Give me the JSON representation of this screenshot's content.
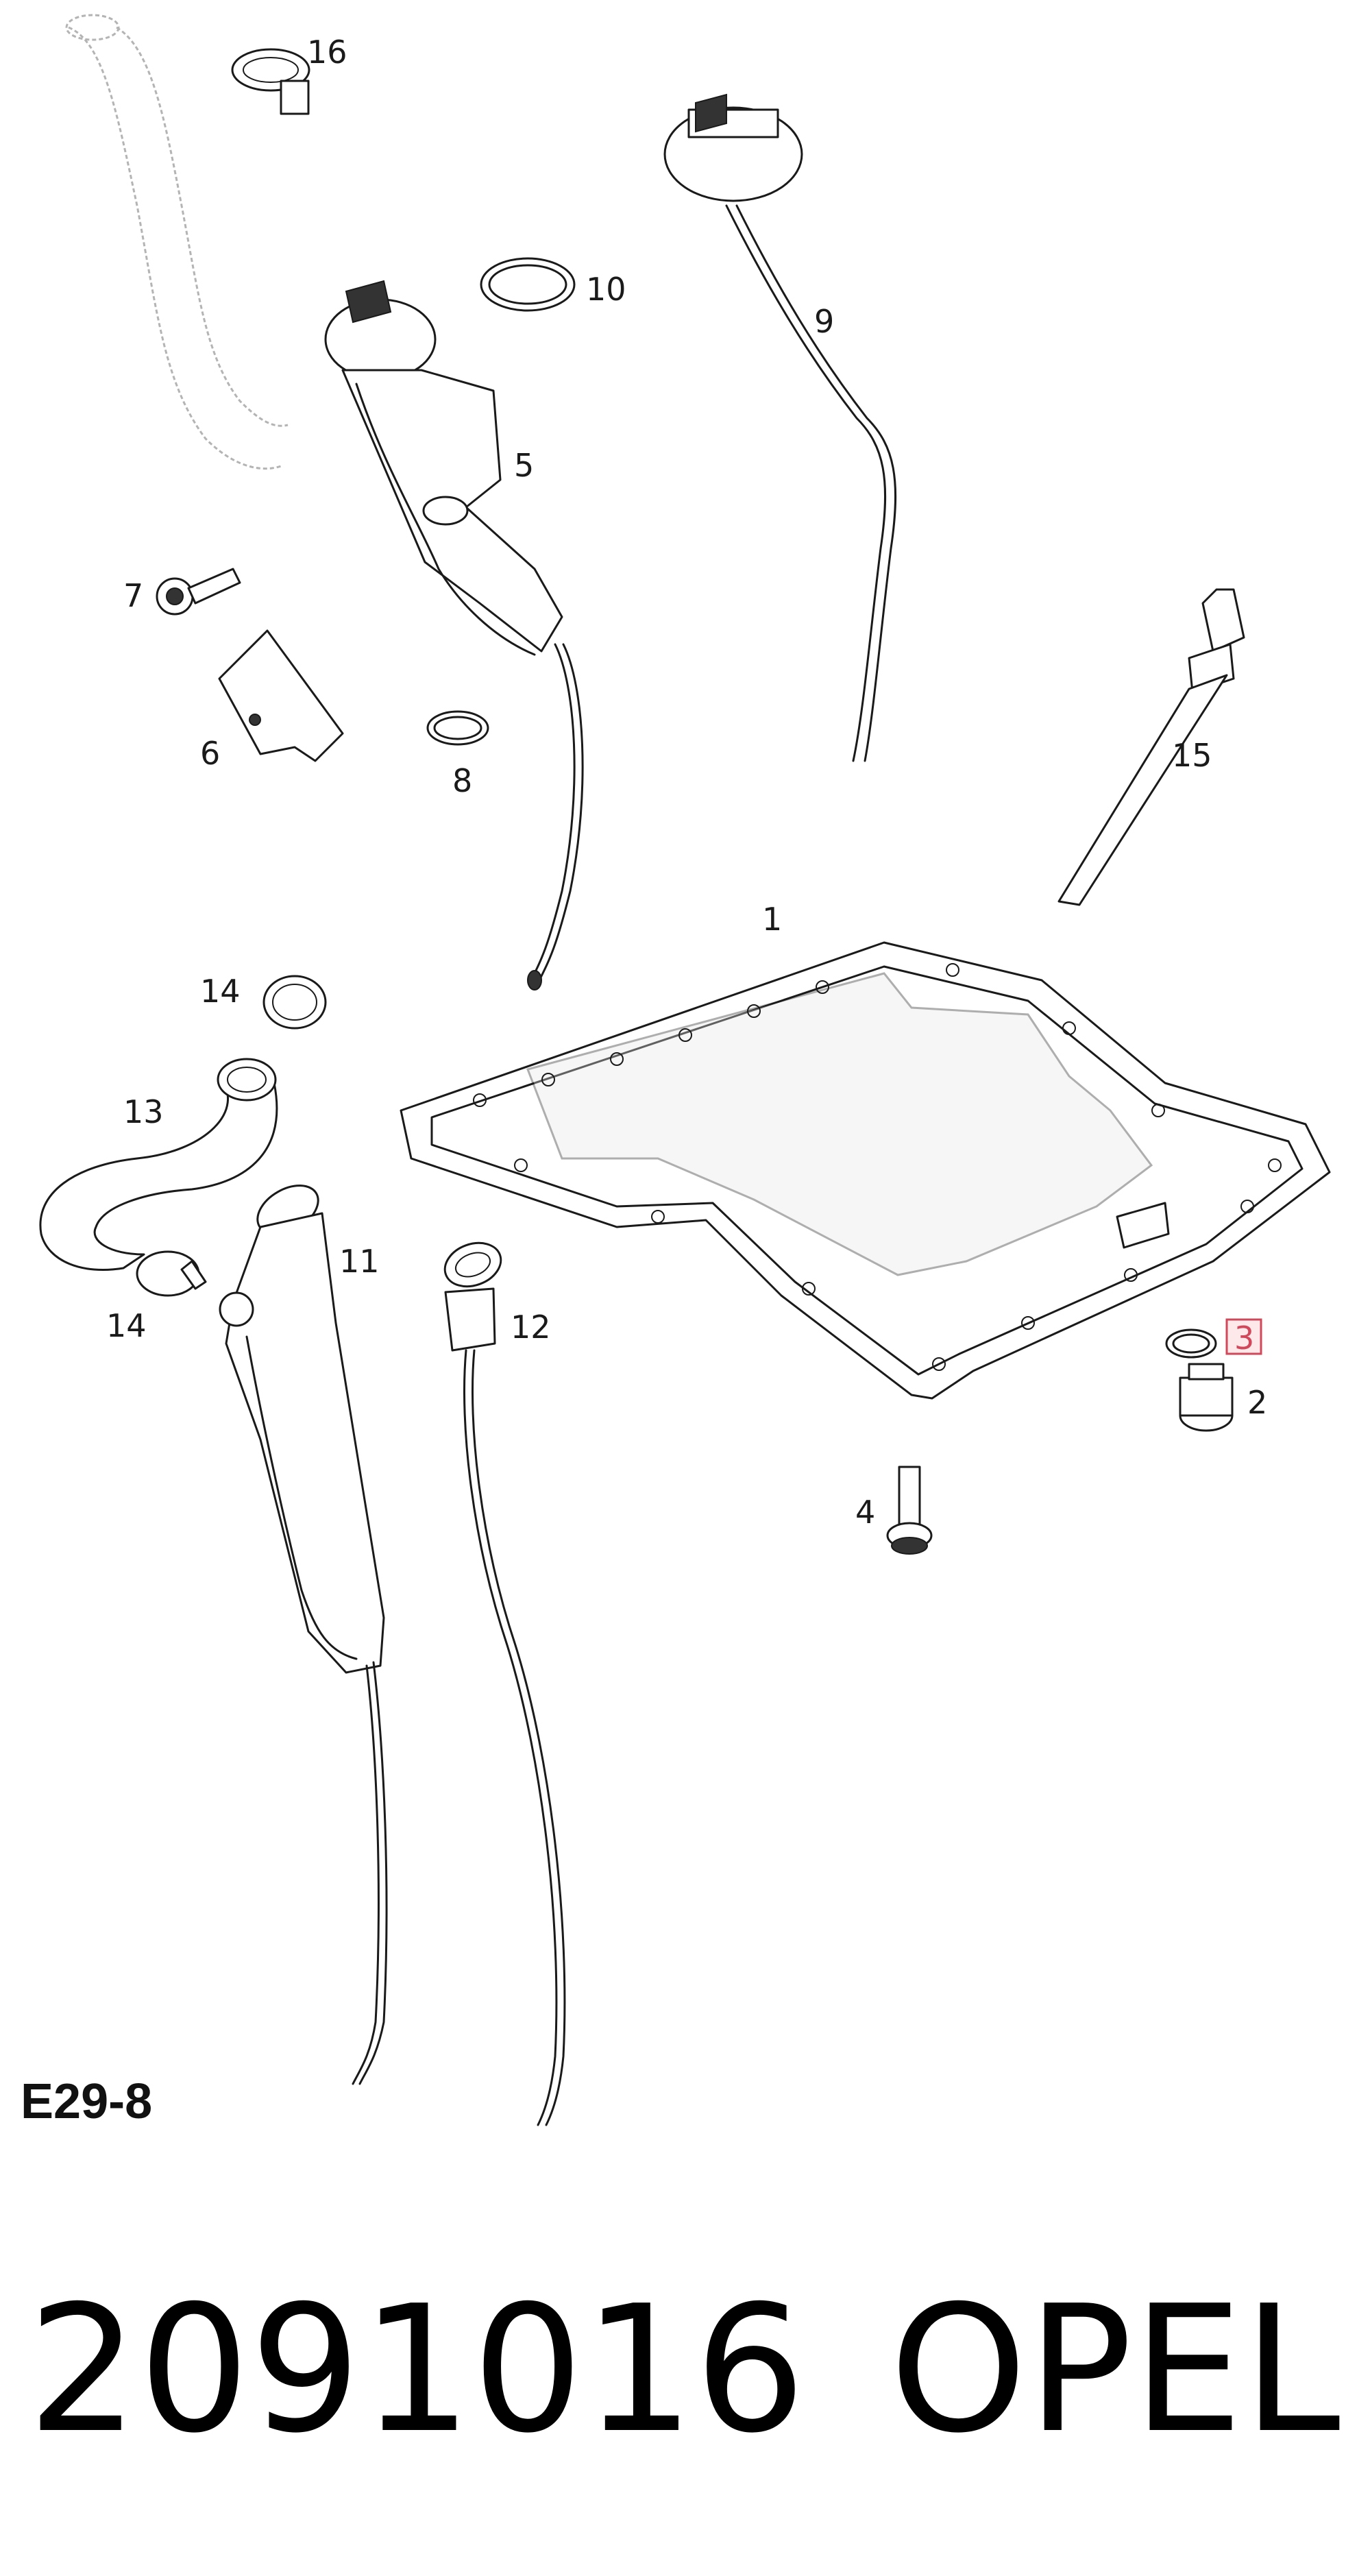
{
  "diagram": {
    "code": "E29-8",
    "part_number": "2091016",
    "brand": "OPEL",
    "highlight_color": "#d0485a",
    "callouts": [
      {
        "id": "c16",
        "text": "16"
      },
      {
        "id": "c10",
        "text": "10"
      },
      {
        "id": "c9",
        "text": "9"
      },
      {
        "id": "c5",
        "text": "5"
      },
      {
        "id": "c7",
        "text": "7"
      },
      {
        "id": "c6",
        "text": "6"
      },
      {
        "id": "c8",
        "text": "8"
      },
      {
        "id": "c15",
        "text": "15"
      },
      {
        "id": "c1",
        "text": "1"
      },
      {
        "id": "c14a",
        "text": "14"
      },
      {
        "id": "c13",
        "text": "13"
      },
      {
        "id": "c11",
        "text": "11"
      },
      {
        "id": "c14b",
        "text": "14"
      },
      {
        "id": "c12",
        "text": "12"
      },
      {
        "id": "c3",
        "text": "3",
        "highlighted": true
      },
      {
        "id": "c2",
        "text": "2"
      },
      {
        "id": "c4",
        "text": "4"
      }
    ]
  }
}
